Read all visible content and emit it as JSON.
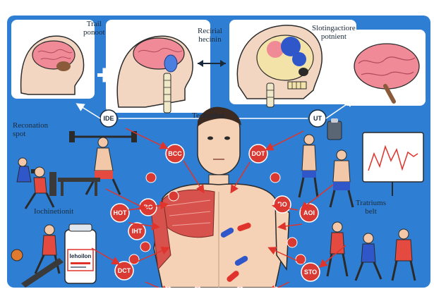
{
  "labels": {
    "trail_line1": "Trail",
    "trail_line2": "ponoot",
    "recirial_line1": "Recirial",
    "recirial_line2": "hecinin",
    "slotin_line1": "Slotingactiore",
    "slotin_line2": "potnient",
    "techoidon": "Techoidon",
    "reconation_line1": "Reconation",
    "reconation_line2": "spot",
    "iochinetionit": "Iochinetionit",
    "tratriums_line1": "Tratriums",
    "tratriums_line2": "belt",
    "bottle_label": "Iehoilon"
  },
  "circle_nodes": {
    "ide": "IDE",
    "ut": "UT"
  },
  "bubbles": {
    "b1": "BCC",
    "b2": "DOT",
    "b3": "HOT",
    "b4": "BO",
    "b5": "BO",
    "b6": "AOI",
    "b7": "IHT",
    "b8": "DCT",
    "b9": "STO"
  },
  "colors": {
    "background": "#2e7fd3",
    "bubble_red": "#d93a33",
    "arrow_red": "#e0332c",
    "brain_pink": "#f08a96",
    "muscle_red": "#d7524c",
    "skin": "#f5d2b5"
  },
  "icons": [
    "plus-icon",
    "double-arrow-icon",
    "brain-icon",
    "skull-icon",
    "dumbbell-icon",
    "bottle-icon",
    "chart-icon",
    "clipboard-icon"
  ]
}
